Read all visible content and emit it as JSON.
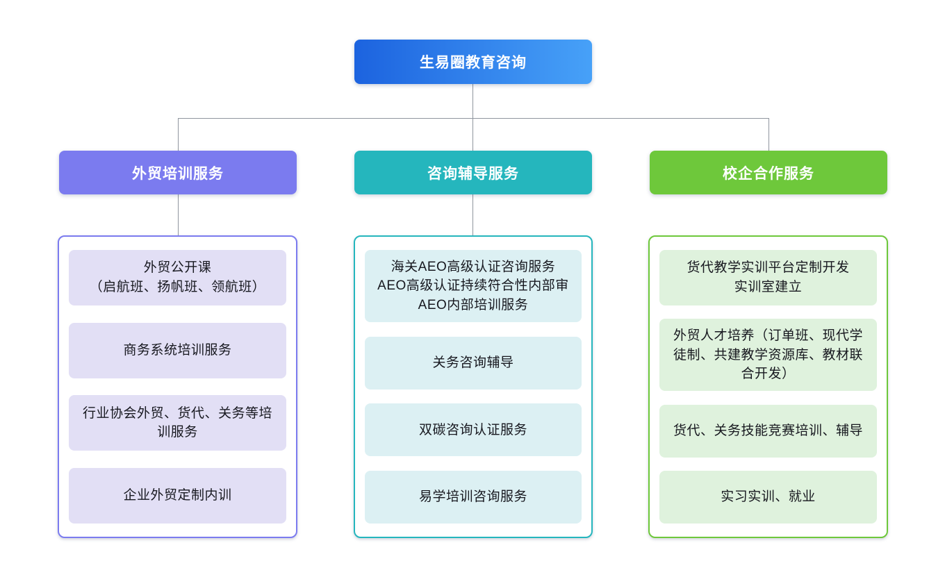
{
  "root": {
    "label": "生易圈教育咨询",
    "gradient_from": "#1c63df",
    "gradient_to": "#47a1f8"
  },
  "connector_color": "#8f959e",
  "branches": [
    {
      "label": "外贸培训服务",
      "color": "#7b7bef",
      "item_bg": "#e2dff5",
      "items": [
        "外贸公开课\n（启航班、扬帆班、领航班）",
        "商务系统培训服务",
        "行业协会外贸、货代、关务等培\n训服务",
        "企业外贸定制内训"
      ]
    },
    {
      "label": "咨询辅导服务",
      "color": "#25b6bd",
      "item_bg": "#dcf0f3",
      "items": [
        "海关AEO高级认证咨询服务\nAEO高级认证持续符合性内部审\nAEO内部培训服务",
        "关务咨询辅导",
        "双碳咨询认证服务",
        "易学培训咨询服务"
      ]
    },
    {
      "label": "校企合作服务",
      "color": "#6ec83b",
      "item_bg": "#dff2dd",
      "items": [
        "货代教学实训平台定制开发\n实训室建立",
        "外贸人才培养（订单班、现代学\n徒制、共建教学资源库、教材联\n合开发）",
        "货代、关务技能竞赛培训、辅导",
        "实习实训、就业"
      ]
    }
  ]
}
